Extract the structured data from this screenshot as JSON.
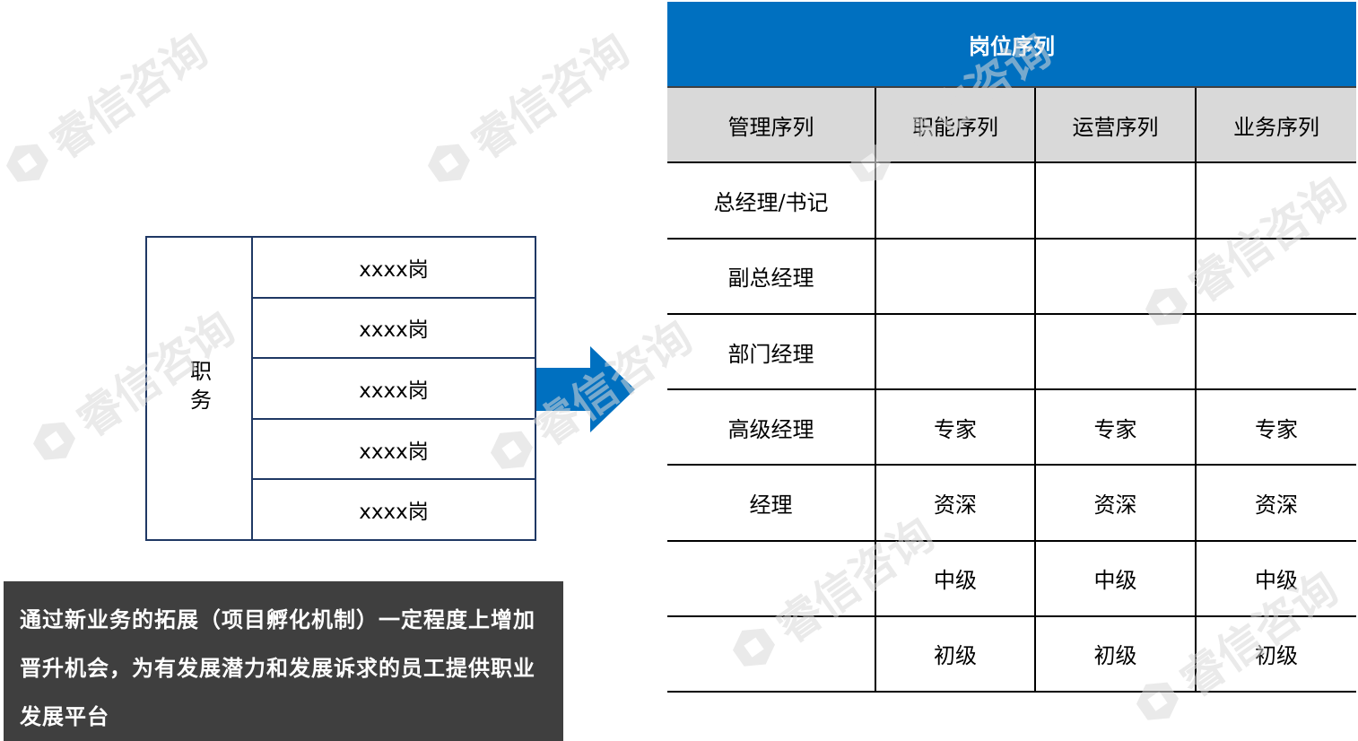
{
  "watermark": {
    "text": "睿信咨询",
    "color": "#d9d9d9"
  },
  "positions": {
    "label": "职务",
    "rows": [
      "xxxx岗",
      "xxxx岗",
      "xxxx岗",
      "xxxx岗",
      "xxxx岗"
    ],
    "border_color": "#1f3864"
  },
  "arrow": {
    "icon": "right-arrow-icon",
    "color": "#0070c0"
  },
  "note": {
    "text": "通过新业务的拓展（项目孵化机制）一定程度上增加晋升机会，为有发展潜力和发展诉求的员工提供职业发展平台",
    "background": "#3f3f3f"
  },
  "sequence_table": {
    "title": "岗位序列",
    "header_color": "#0070c0",
    "columns": [
      "管理序列",
      "职能序列",
      "运营序列",
      "业务序列"
    ],
    "rows": [
      [
        "总经理/书记",
        "",
        "",
        ""
      ],
      [
        "副总经理",
        "",
        "",
        ""
      ],
      [
        "部门经理",
        "",
        "",
        ""
      ],
      [
        "高级经理",
        "专家",
        "专家",
        "专家"
      ],
      [
        "经理",
        "资深",
        "资深",
        "资深"
      ],
      [
        "",
        "中级",
        "中级",
        "中级"
      ],
      [
        "",
        "初级",
        "初级",
        "初级"
      ]
    ]
  }
}
